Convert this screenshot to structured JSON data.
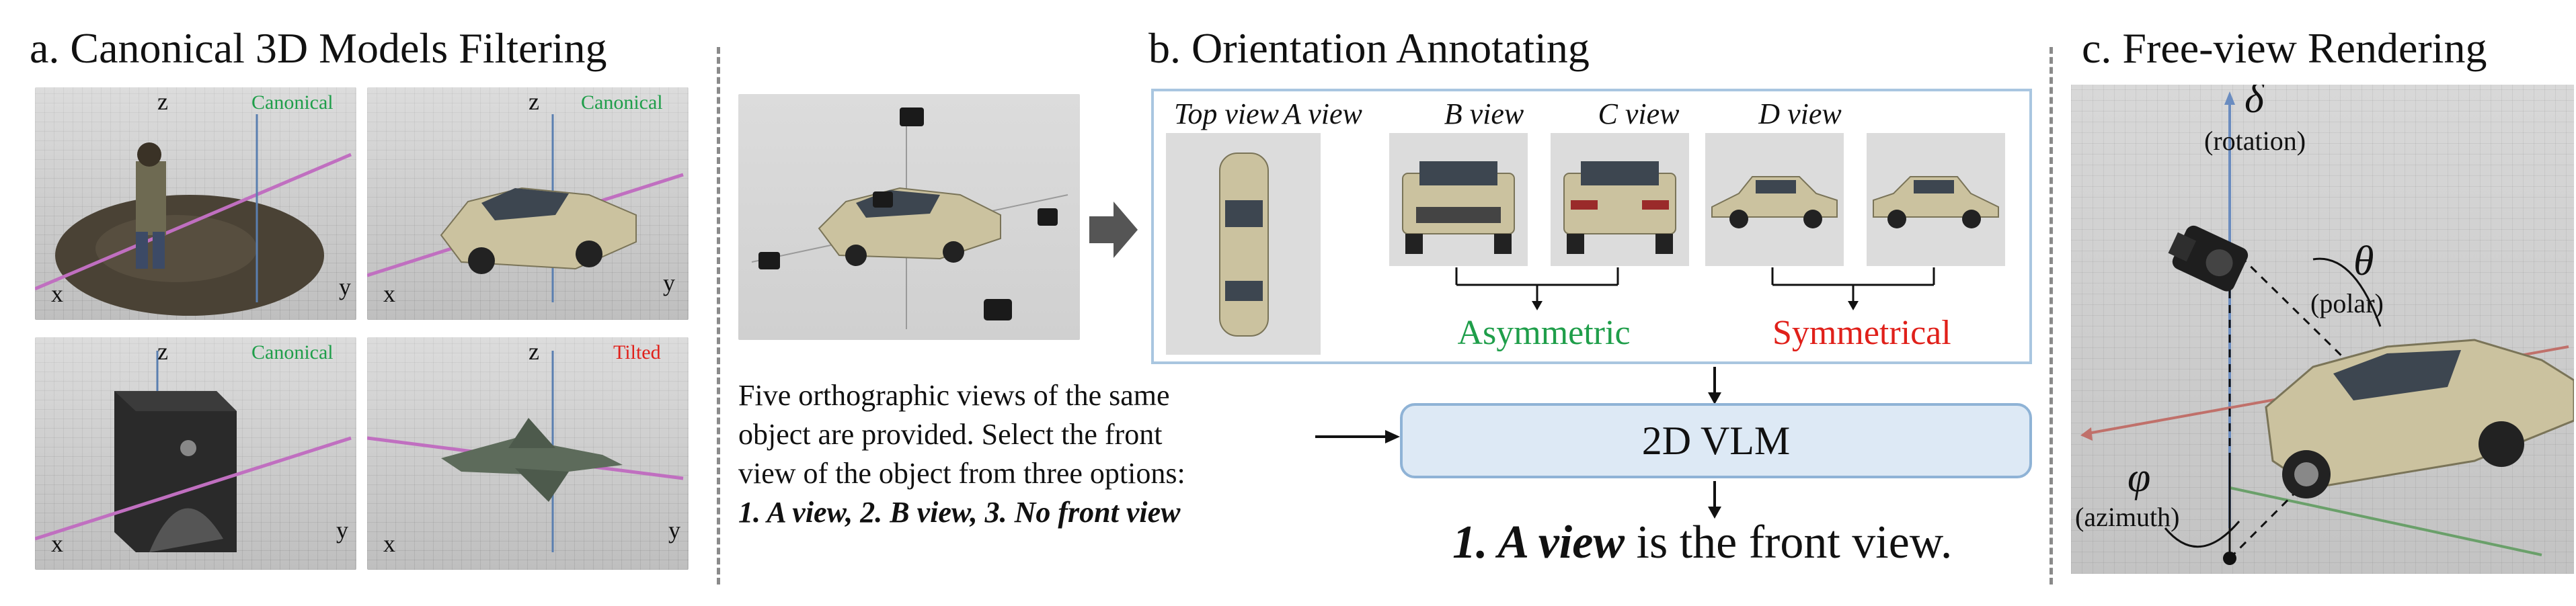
{
  "section_a": {
    "title": "a. Canonical 3D Models Filtering",
    "tiles": [
      {
        "status": "Canonical",
        "status_color": "#1f9e4a",
        "x": "x",
        "y": "y",
        "z": "z"
      },
      {
        "status": "Canonical",
        "status_color": "#1f9e4a",
        "x": "x",
        "y": "y",
        "z": "z"
      },
      {
        "status": "Canonical",
        "status_color": "#1f9e4a",
        "x": "x",
        "y": "y",
        "z": "z"
      },
      {
        "status": "Tilted",
        "status_color": "#e0201a",
        "x": "x",
        "y": "y",
        "z": "z"
      }
    ]
  },
  "section_b": {
    "title": "b. Orientation Annotating",
    "views": {
      "top": "Top view",
      "a": "A view",
      "b": "B view",
      "c": "C view",
      "d": "D view"
    },
    "asymmetric": "Asymmetric",
    "symmetrical": "Symmetrical",
    "vlm": "2D VLM",
    "prompt_line1": "Five orthographic views of the same",
    "prompt_line2": "object are provided. Select the front",
    "prompt_line3": "view of the object from three options:",
    "prompt_line4": "1. A view, 2. B view, 3. No front view",
    "answer_bold": "1. A view",
    "answer_rest": " is the front view."
  },
  "section_c": {
    "title": "c. Free-view Rendering",
    "delta": "δ",
    "delta_label": "(rotation)",
    "theta": "θ",
    "theta_label": "(polar)",
    "phi": "φ",
    "phi_label": "(azimuth)"
  },
  "colors": {
    "canonical_green": "#1f9e4a",
    "tilted_red": "#e0201a",
    "vlm_fill": "#dde9f5",
    "panel_border": "#a9c6e0"
  }
}
